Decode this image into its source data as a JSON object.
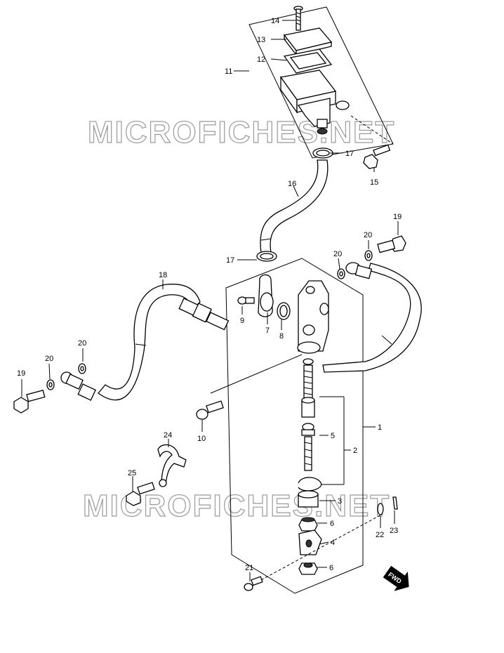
{
  "watermark": {
    "text": "MICROFICHES.NET"
  },
  "fwd_label": "FWD",
  "callouts": {
    "c1": "1",
    "c2": "2",
    "c3": "3",
    "c4": "4",
    "c5": "5",
    "c6a": "6",
    "c6b": "6",
    "c7": "7",
    "c8": "8",
    "c9": "9",
    "c10": "10",
    "c11": "11",
    "c12": "12",
    "c13": "13",
    "c14": "14",
    "c15": "15",
    "c16": "16",
    "c17a": "17",
    "c17b": "17",
    "c18": "18",
    "c19a": "19",
    "c19b": "19",
    "c20a": "20",
    "c20b": "20",
    "c20c": "20",
    "c20d": "20",
    "c21": "21",
    "c22": "22",
    "c23": "23",
    "c24": "24",
    "c25": "25"
  }
}
